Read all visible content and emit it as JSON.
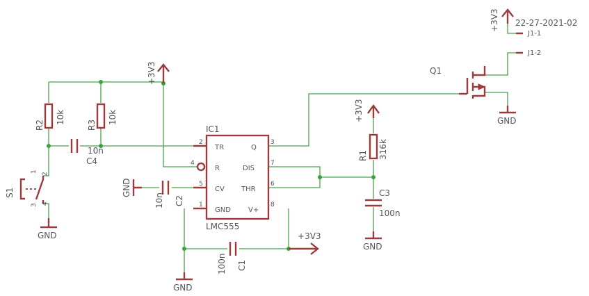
{
  "doc_id": "22-27-2021-02",
  "net": {
    "vcc": "+3V3",
    "gnd": "GND"
  },
  "connector": {
    "pin1": "J1-1",
    "pin2": "J1-2"
  },
  "q1": {
    "name": "Q1"
  },
  "ic1": {
    "name": "IC1",
    "part": "LMC555",
    "pins": {
      "tr": "TR",
      "q": "Q",
      "r": "R",
      "dis": "DIS",
      "cv": "CV",
      "thr": "THR",
      "gnd": "GND",
      "vplus": "V+",
      "n1": "1",
      "n2": "2",
      "n3": "3",
      "n4": "4",
      "n5": "5",
      "n6": "6",
      "n7": "7",
      "n8": "8"
    }
  },
  "r1": {
    "name": "R1",
    "value": "316k"
  },
  "r2": {
    "name": "R2",
    "value": "10k"
  },
  "r3": {
    "name": "R3",
    "value": "10k"
  },
  "c1": {
    "name": "C1",
    "value": "100n"
  },
  "c2": {
    "name": "C2",
    "value": "10n"
  },
  "c3": {
    "name": "C3",
    "value": "100n"
  },
  "c4": {
    "name": "C4",
    "value": "10n"
  },
  "s1": {
    "name": "S1",
    "pin1": "1",
    "pin2": "2",
    "pin3": "3",
    "pin4": "4"
  }
}
